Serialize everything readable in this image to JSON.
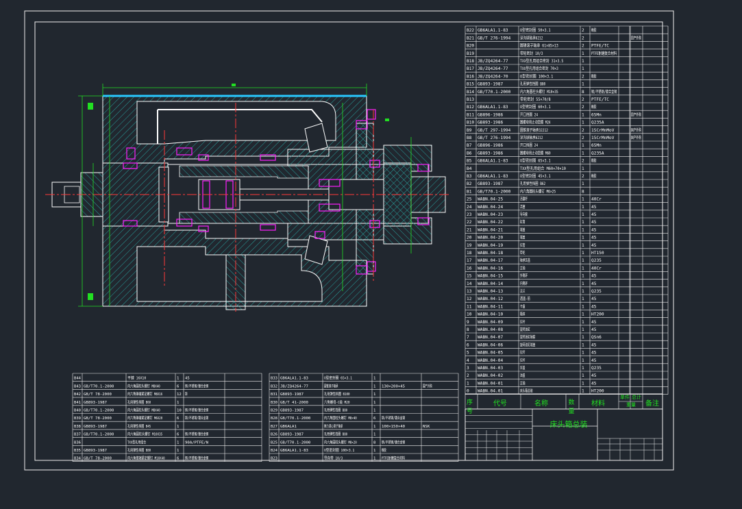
{
  "title_block": {
    "drawing_title": "床头箱总装",
    "header_seq": "序号",
    "header_code": "代号",
    "header_name": "名称",
    "header_qty": "数量",
    "header_material": "材料",
    "header_unit_weight": "单件",
    "header_total_weight": "总计",
    "header_weight": "重量",
    "header_remark": "备注"
  },
  "colors": {
    "background": "#21272f",
    "frame": "#f2f2f2",
    "section_lines": "#ffffff",
    "hatch": "#29b0aa",
    "center_lines": "#ff3a3a",
    "dimensions": "#22e022",
    "table_text": "#ffffff",
    "title_text": "#22e022",
    "parts": "#ff20ff",
    "shaft_highlight": "#29c8ff"
  },
  "right_table_rows": [
    {
      "no": "B22",
      "code": "GB6ALA1.1-83",
      "name": "O型密封圈 50×3.1",
      "qty": "2",
      "mat": "橡胶",
      "rem": ""
    },
    {
      "no": "B21",
      "code": "GB/T 276-1994",
      "name": "深沟球轴承6212",
      "qty": "2",
      "mat": "",
      "rem": "国产外购"
    },
    {
      "no": "B20",
      "code": "",
      "name": "圆锥滚子轴承 61×85×13",
      "qty": "2",
      "mat": "PTFE/TC",
      "rem": ""
    },
    {
      "no": "B19",
      "code": "",
      "name": "带轮密封 10/3",
      "qty": "1",
      "mat": "PTFE耐磨复合材料",
      "rem": ""
    },
    {
      "no": "B18",
      "code": "JB/ZQ4264-77",
      "name": "TXX型孔用组合密封 31×3.5",
      "qty": "1",
      "mat": "",
      "rem": ""
    },
    {
      "no": "B17",
      "code": "JB/ZQ4264-77",
      "name": "TXX型孔用组合密封 70×3",
      "qty": "1",
      "mat": "",
      "rem": ""
    },
    {
      "no": "B16",
      "code": "JB/ZQ4264-70",
      "name": "O型密封圈 100×3.1",
      "qty": "2",
      "mat": "橡胶",
      "rem": ""
    },
    {
      "no": "B15",
      "code": "GB893-1987",
      "name": "孔用弹性挡圈 B80",
      "qty": "1",
      "mat": "",
      "rem": ""
    },
    {
      "no": "B14",
      "code": "GB/T70.1-2000",
      "name": "内六角圆柱头螺钉 M10×35",
      "qty": "8",
      "mat": "钢/不锈钢/镀合金钢",
      "rem": ""
    },
    {
      "no": "B13",
      "code": "",
      "name": "带轮密封 55×70/8",
      "qty": "2",
      "mat": "PTFE/TC",
      "rem": ""
    },
    {
      "no": "B12",
      "code": "GB6ALA1.1-83",
      "name": "O型密封圈 60×3.1",
      "qty": "2",
      "mat": "橡胶",
      "rem": ""
    },
    {
      "no": "B11",
      "code": "GB896-1986",
      "name": "开口挡圈 24",
      "qty": "1",
      "mat": "65Mn",
      "rem": "国产外购"
    },
    {
      "no": "B10",
      "code": "GB893-1986",
      "name": "圆螺母用止动垫圈 M24",
      "qty": "1",
      "mat": "Q235A",
      "rem": ""
    },
    {
      "no": "B9",
      "code": "GB/T 297-1994",
      "name": "圆锥滚子轴承32212",
      "qty": "2",
      "mat": "15CrMnMoV",
      "rem": "国产外购"
    },
    {
      "no": "B8",
      "code": "GB/T 276-1994",
      "name": "深沟球轴承6212",
      "qty": "2",
      "mat": "15CrMnMoV",
      "rem": "国产外购"
    },
    {
      "no": "B7",
      "code": "GB896-1986",
      "name": "开口挡圈 24",
      "qty": "1",
      "mat": "65Mn",
      "rem": ""
    },
    {
      "no": "B6",
      "code": "GB893-1986",
      "name": "圆螺母用止动垫圈 M60",
      "qty": "1",
      "mat": "Q235A",
      "rem": ""
    },
    {
      "no": "B5",
      "code": "GB6ALA1.1-83",
      "name": "O型密封圈 65×3.1",
      "qty": "2",
      "mat": "橡胶",
      "rem": ""
    },
    {
      "no": "B4",
      "code": "",
      "name": "TXX型孔用组合 M60×70×10",
      "qty": "1",
      "mat": "",
      "rem": ""
    },
    {
      "no": "B3",
      "code": "GB6ALA1.1-83",
      "name": "O型密封圈 45×3.1",
      "qty": "2",
      "mat": "橡胶",
      "rem": ""
    },
    {
      "no": "B2",
      "code": "GB893-1987",
      "name": "孔用弹性挡圈 B62",
      "qty": "1",
      "mat": "",
      "rem": ""
    },
    {
      "no": "B1",
      "code": "GB/T70.1-2000",
      "name": "内六角圆柱头螺钉 M6×25",
      "qty": "8",
      "mat": "",
      "rem": ""
    },
    {
      "no": "25",
      "code": "WABN.04-25",
      "name": "活塞杆",
      "qty": "1",
      "mat": "40Cr",
      "rem": ""
    },
    {
      "no": "24",
      "code": "WABN.04-24",
      "name": "活塞",
      "qty": "1",
      "mat": "45",
      "rem": ""
    },
    {
      "no": "23",
      "code": "WABN.04-23",
      "name": "导向套",
      "qty": "1",
      "mat": "45",
      "rem": ""
    },
    {
      "no": "22",
      "code": "WABN.04-22",
      "name": "缸筒",
      "qty": "1",
      "mat": "45",
      "rem": ""
    },
    {
      "no": "21",
      "code": "WABN.04-21",
      "name": "端盖",
      "qty": "1",
      "mat": "45",
      "rem": ""
    },
    {
      "no": "20",
      "code": "WABN.04-20",
      "name": "端盖",
      "qty": "1",
      "mat": "45",
      "rem": ""
    },
    {
      "no": "19",
      "code": "WABN.04-19",
      "name": "拉管",
      "qty": "1",
      "mat": "45",
      "rem": ""
    },
    {
      "no": "18",
      "code": "WABN.04-18",
      "name": "带轮",
      "qty": "1",
      "mat": "HT150",
      "rem": ""
    },
    {
      "no": "17",
      "code": "WABN.04-17",
      "name": "轴承压盖",
      "qty": "1",
      "mat": "Q235",
      "rem": ""
    },
    {
      "no": "16",
      "code": "WABN.04-16",
      "name": "主轴",
      "qty": "1",
      "mat": "40Cr",
      "rem": ""
    },
    {
      "no": "15",
      "code": "WABN.04-15",
      "name": "外隔环",
      "qty": "1",
      "mat": "45",
      "rem": ""
    },
    {
      "no": "14",
      "code": "WABN.04-14",
      "name": "内隔环",
      "qty": "1",
      "mat": "45",
      "rem": ""
    },
    {
      "no": "13",
      "code": "WABN.04-13",
      "name": "法兰",
      "qty": "1",
      "mat": "Q235",
      "rem": ""
    },
    {
      "no": "12",
      "code": "WABN.04-12",
      "name": "透盖-前",
      "qty": "1",
      "mat": "45",
      "rem": ""
    },
    {
      "no": "11",
      "code": "WABN.04-11",
      "name": "卡盘",
      "qty": "1",
      "mat": "45",
      "rem": ""
    },
    {
      "no": "10",
      "code": "WABN.04-10",
      "name": "箱体",
      "qty": "1",
      "mat": "HT200",
      "rem": ""
    },
    {
      "no": "9",
      "code": "WABN.04-09",
      "name": "拉杆",
      "qty": "1",
      "mat": "45",
      "rem": ""
    },
    {
      "no": "8",
      "code": "WABN.04-08",
      "name": "旋转油缸",
      "qty": "1",
      "mat": "45",
      "rem": ""
    },
    {
      "no": "7",
      "code": "WABN.04-07",
      "name": "旋转油缸轴套",
      "qty": "1",
      "mat": "QSn6",
      "rem": ""
    },
    {
      "no": "6",
      "code": "WABN.04-06",
      "name": "旋转油缸端盖",
      "qty": "1",
      "mat": "45",
      "rem": ""
    },
    {
      "no": "5",
      "code": "WABN.04-05",
      "name": "拉杆",
      "qty": "1",
      "mat": "45",
      "rem": ""
    },
    {
      "no": "4",
      "code": "WABN.04-04",
      "name": "拉杆",
      "qty": "1",
      "mat": "45",
      "rem": ""
    },
    {
      "no": "3",
      "code": "WABN.04-03",
      "name": "压盖",
      "qty": "1",
      "mat": "Q235",
      "rem": ""
    },
    {
      "no": "2",
      "code": "WABN.04-02",
      "name": "油盖",
      "qty": "1",
      "mat": "45",
      "rem": ""
    },
    {
      "no": "1",
      "code": "WABN.04-01",
      "name": "主轴",
      "qty": "1",
      "mat": "45",
      "rem": ""
    },
    {
      "no": "0",
      "code": "WABN.04.01",
      "name": "床头箱总装",
      "qty": "1",
      "mat": "HT200",
      "rem": ""
    }
  ],
  "left_table_rows": [
    {
      "no": "B44",
      "code": "",
      "name": "平键 16X10",
      "qty": "1",
      "mat": "45",
      "rem": ""
    },
    {
      "no": "B43",
      "code": "GB/T70.1-2000",
      "name": "内六角圆柱头螺钉 M8X40",
      "qty": "6",
      "mat": "钢/不锈钢/镀合金钢",
      "rem": ""
    },
    {
      "no": "B42",
      "code": "GB/T 78-2000",
      "name": "内六角锥端紧定螺钉 M8X16",
      "qty": "12",
      "mat": "钢",
      "rem": ""
    },
    {
      "no": "B41",
      "code": "GB893-1987",
      "name": "孔用弹性挡圈 B60",
      "qty": "1",
      "mat": "",
      "rem": ""
    },
    {
      "no": "B40",
      "code": "GB/T70.1-2000",
      "name": "内六角圆柱头螺钉 M8X40",
      "qty": "10",
      "mat": "钢/不锈钢/镀合金钢",
      "rem": ""
    },
    {
      "no": "B39",
      "code": "GB/T 78-2000",
      "name": "内六角锥端紧定螺钉 M6X20",
      "qty": "6",
      "mat": "钢/不锈钢/镀合金钢",
      "rem": ""
    },
    {
      "no": "B38",
      "code": "GB893-1987",
      "name": "孔用弹性挡圈 B45",
      "qty": "1",
      "mat": "",
      "rem": ""
    },
    {
      "no": "B37",
      "code": "GB/T70.1-2000",
      "name": "内六角圆柱头螺钉 M10X35",
      "qty": "6",
      "mat": "钢/不锈钢/镀合金钢",
      "rem": ""
    },
    {
      "no": "B36",
      "code": "",
      "name": "TXX型孔用组合",
      "qty": "1",
      "mat": "90A/PTFE/N",
      "rem": ""
    },
    {
      "no": "B35",
      "code": "GB893-1987",
      "name": "孔用弹性挡圈 B80",
      "qty": "1",
      "mat": "",
      "rem": ""
    },
    {
      "no": "B34",
      "code": "GB/T 78-2000",
      "name": "内六角锥端紧定螺钉 M10X40",
      "qty": "6",
      "mat": "钢/不锈钢/镀合金钢",
      "rem": ""
    }
  ],
  "mid_table_rows": [
    {
      "no": "B33",
      "code": "GB6ALA1.1-83",
      "name": "O型密封圈 65×3.1",
      "qty": "1",
      "mat": "",
      "rem": ""
    },
    {
      "no": "B32",
      "code": "JB/ZQ4264-77",
      "name": "圆锥滚子轴承",
      "qty": "1",
      "mat": "130×200×45",
      "rem": "国产外购"
    },
    {
      "no": "B31",
      "code": "GB893-1987",
      "name": "孔用弹性挡圈 B100",
      "qty": "1",
      "mat": "",
      "rem": ""
    },
    {
      "no": "B30",
      "code": "GB/T 41-2000",
      "name": "六角螺母-C级 M20",
      "qty": "1",
      "mat": "",
      "rem": ""
    },
    {
      "no": "B29",
      "code": "GB893-1987",
      "name": "孔用弹性挡圈 B80",
      "qty": "1",
      "mat": "",
      "rem": ""
    },
    {
      "no": "B28",
      "code": "GB/T70.1-2000",
      "name": "内六角圆柱头螺钉 M8×40",
      "qty": "6",
      "mat": "钢/不锈钢/镀合金钢",
      "rem": ""
    },
    {
      "no": "B27",
      "code": "GB6ALA1",
      "name": "推力调心滚子轴承",
      "qty": "1",
      "mat": "100×150×40",
      "rem": "NSK"
    },
    {
      "no": "B26",
      "code": "GB893-1987",
      "name": "孔用弹性挡圈 B80",
      "qty": "1",
      "mat": "",
      "rem": ""
    },
    {
      "no": "B25",
      "code": "GB/T70.1-2000",
      "name": "内六角圆柱头螺钉 M8×20",
      "qty": "8",
      "mat": "钢/不锈钢/镀合金钢",
      "rem": ""
    },
    {
      "no": "B24",
      "code": "GB6ALA1.1-83",
      "name": "O型密封圈 100×3.1",
      "qty": "1",
      "mat": "橡胶",
      "rem": ""
    },
    {
      "no": "B23",
      "code": "",
      "name": "导向带 10/3",
      "qty": "1",
      "mat": "PTFE耐磨复合材料",
      "rem": ""
    }
  ]
}
